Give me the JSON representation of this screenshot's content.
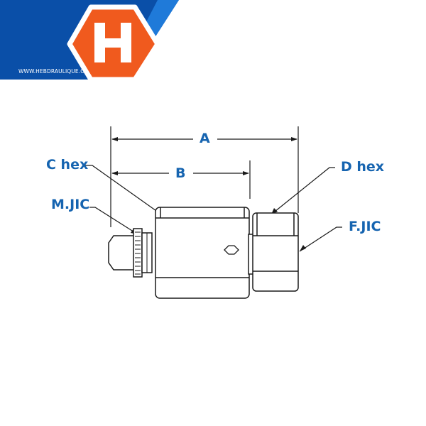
{
  "brand": {
    "url": "WWW.HEBDRAULIQUE.CA",
    "logo_letter": "H",
    "colors": {
      "dark_blue": "#0a4fa8",
      "light_blue": "#1b74d6",
      "orange": "#f05a1e"
    }
  },
  "diagram": {
    "callouts": {
      "dim_a": "A",
      "dim_b": "B",
      "c_hex": "C hex",
      "d_hex": "D hex",
      "m_jic": "M.JIC",
      "f_jic": "F.JIC"
    },
    "colors": {
      "label": "#1664b0",
      "line": "#1a1a1a"
    }
  }
}
